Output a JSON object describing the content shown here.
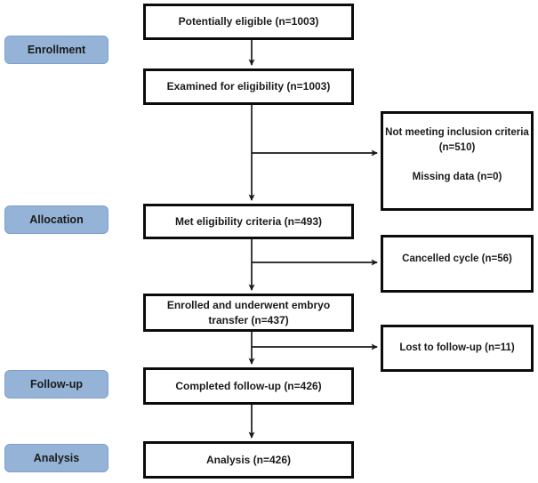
{
  "diagram": {
    "type": "consort-flowchart",
    "background_color": "#FFFFFF",
    "colors": {
      "stage_fill": "#95B3D7",
      "stage_border": "#7EA0CC",
      "box_border": "#0B0B0B",
      "arrow": "#1A1A1A",
      "text": "#1A1A1A"
    },
    "stages": [
      {
        "label": "Enrollment"
      },
      {
        "label": "Allocation"
      },
      {
        "label": "Follow-up"
      },
      {
        "label": "Analysis"
      }
    ],
    "main_boxes": [
      {
        "label": "Potentially eligible (n=1003)",
        "n": 1003
      },
      {
        "label": "Examined for eligibility (n=1003)",
        "n": 1003
      },
      {
        "label": "Met eligibility criteria (n=493)",
        "n": 493
      },
      {
        "label": "Enrolled and underwent embryo transfer (n=437)",
        "n": 437
      },
      {
        "label": "Completed follow-up (n=426)",
        "n": 426
      },
      {
        "label": "Analysis (n=426)",
        "n": 426
      }
    ],
    "side_boxes": [
      {
        "lines": [
          "Not meeting inclusion criteria",
          "(n=510)",
          "Missing data (n=0)"
        ],
        "n_excluded": 510,
        "n_missing": 0
      },
      {
        "lines": [
          "Cancelled cycle (n=56)"
        ],
        "n": 56
      },
      {
        "lines": [
          "Lost to follow-up (n=11)"
        ],
        "n": 11
      }
    ]
  }
}
